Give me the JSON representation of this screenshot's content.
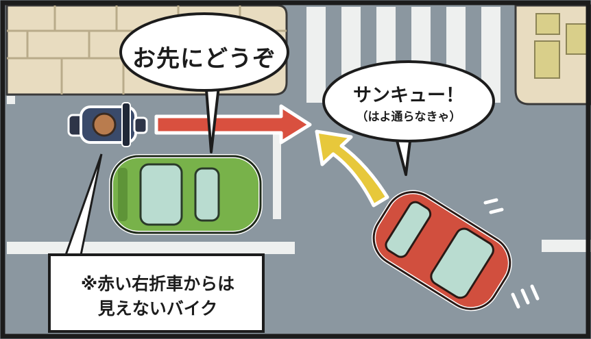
{
  "bubbles": {
    "left_driver_speech": "お先にどうぞ",
    "right_driver_speech": "サンキュー！",
    "right_driver_thought": "（はよ通らなきゃ）"
  },
  "caption": {
    "line1": "※赤い右折車からは",
    "line2": "見えないバイク"
  },
  "colors": {
    "road": "#8b97a0",
    "sidewalk": "#e8dcc0",
    "green_car": "#78b24a",
    "red_car": "#d14f3e",
    "straight_arrow": "#d9503f",
    "turn_arrow": "#e7c83b",
    "motorcycle_rider": "#3a4a6a"
  }
}
